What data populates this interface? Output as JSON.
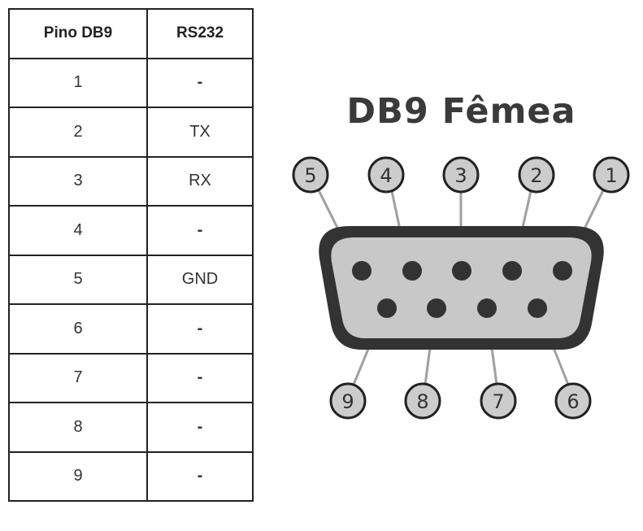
{
  "table": {
    "headers": [
      "Pino DB9",
      "RS232"
    ],
    "rows": [
      {
        "pin": "1",
        "signal": "-"
      },
      {
        "pin": "2",
        "signal": "TX"
      },
      {
        "pin": "3",
        "signal": "RX"
      },
      {
        "pin": "4",
        "signal": "-"
      },
      {
        "pin": "5",
        "signal": "GND"
      },
      {
        "pin": "6",
        "signal": "-"
      },
      {
        "pin": "7",
        "signal": "-"
      },
      {
        "pin": "8",
        "signal": "-"
      },
      {
        "pin": "9",
        "signal": "-"
      }
    ]
  },
  "diagram": {
    "title": "DB9 Fêmea",
    "top_row_labels": [
      "5",
      "4",
      "3",
      "2",
      "1"
    ],
    "bottom_row_labels": [
      "9",
      "8",
      "7",
      "6"
    ],
    "colors": {
      "shell": "#333333",
      "face": "#c8c8c8",
      "pin": "#333333",
      "leader": "#a0a0a0",
      "label_fill": "#cccccc",
      "label_stroke": "#222222",
      "label_text": "#333333"
    }
  }
}
